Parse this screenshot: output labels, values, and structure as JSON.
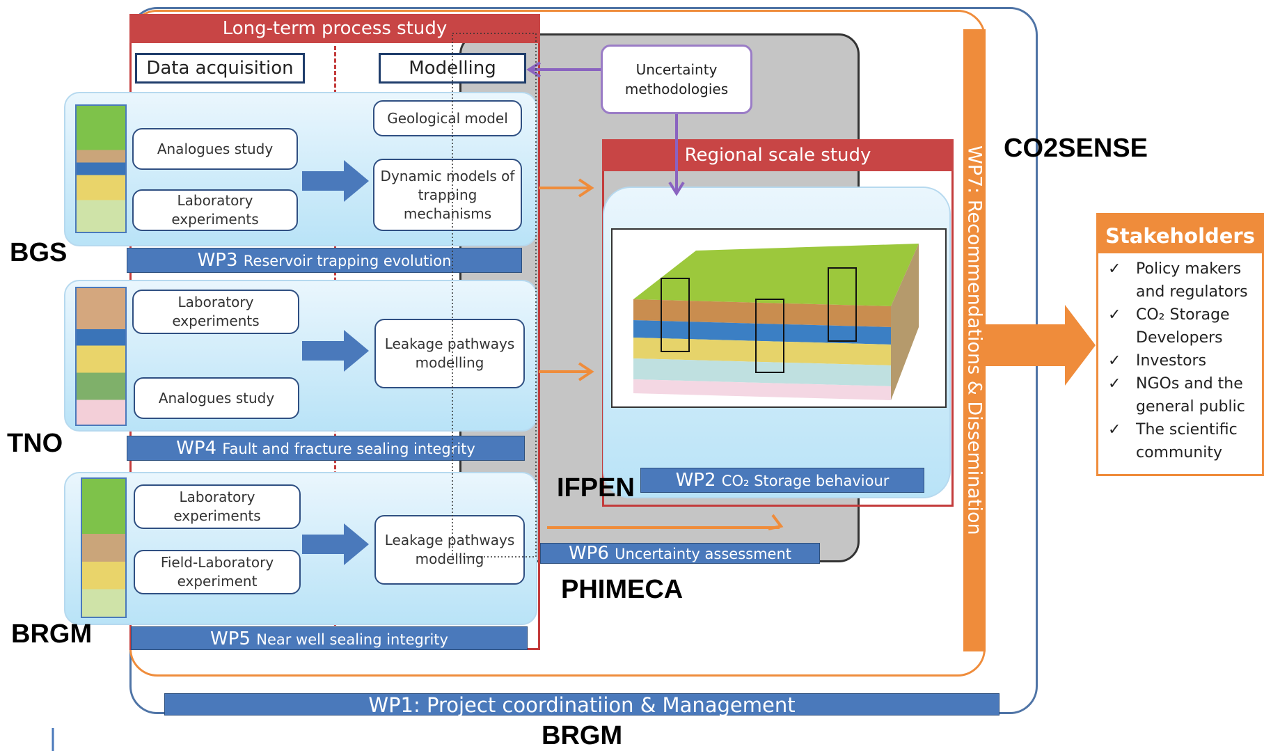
{
  "colors": {
    "wp_blue": "#4a79bb",
    "study_red": "#c84545",
    "wp7_orange": "#ef8c3b",
    "uncertainty_purple": "#9a7cc6",
    "panel_blue": "#b9e3f7"
  },
  "long_term": {
    "title": "Long-term process study",
    "data_acquisition": "Data acquisition",
    "modelling": "Modelling"
  },
  "wp3": {
    "code": "WP3",
    "name": "Reservoir trapping evolution",
    "left_boxes": [
      "Analogues study",
      "Laboratory experiments"
    ],
    "right_boxes": [
      "Geological model",
      "Dynamic models of trapping mechanisms"
    ],
    "partner": "BGS"
  },
  "wp4": {
    "code": "WP4",
    "name": "Fault and fracture sealing integrity",
    "left_boxes": [
      "Laboratory experiments",
      "Analogues study"
    ],
    "right_boxes": [
      "Leakage pathways modelling"
    ],
    "partner": "TNO"
  },
  "wp5": {
    "code": "WP5",
    "name": "Near well sealing integrity",
    "left_boxes": [
      "Laboratory experiments",
      "Field-Laboratory experiment"
    ],
    "right_boxes": [
      "Leakage pathways modelling"
    ],
    "partner": "BRGM"
  },
  "uncertainty": {
    "label": "Uncertainty methodologies"
  },
  "regional": {
    "title": "Regional scale study"
  },
  "wp2": {
    "code": "WP2",
    "name": "CO₂ Storage behaviour",
    "partner": "IFPEN"
  },
  "wp6": {
    "code": "WP6",
    "name": "Uncertainty assessment",
    "partner": "PHIMECA"
  },
  "wp7": {
    "label": "WP7: Recommendations & Dissemination",
    "partner": "CO2SENSE"
  },
  "wp1": {
    "label": "WP1: Project coordinatiion & Management",
    "partner": "BRGM"
  },
  "stakeholders": {
    "title": "Stakeholders",
    "check": "✓",
    "items": [
      "Policy makers and regulators",
      "CO₂ Storage Developers",
      "Investors",
      "NGOs and the general public",
      "The scientific community"
    ]
  }
}
